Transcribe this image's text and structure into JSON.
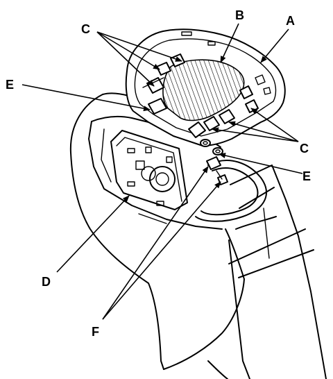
{
  "callouts": {
    "a": "A",
    "b": "B",
    "c_top": "C",
    "c_right": "C",
    "d": "D",
    "e_left": "E",
    "e_right": "E",
    "f": "F"
  },
  "colors": {
    "ink": "#000000",
    "paper": "#ffffff"
  }
}
